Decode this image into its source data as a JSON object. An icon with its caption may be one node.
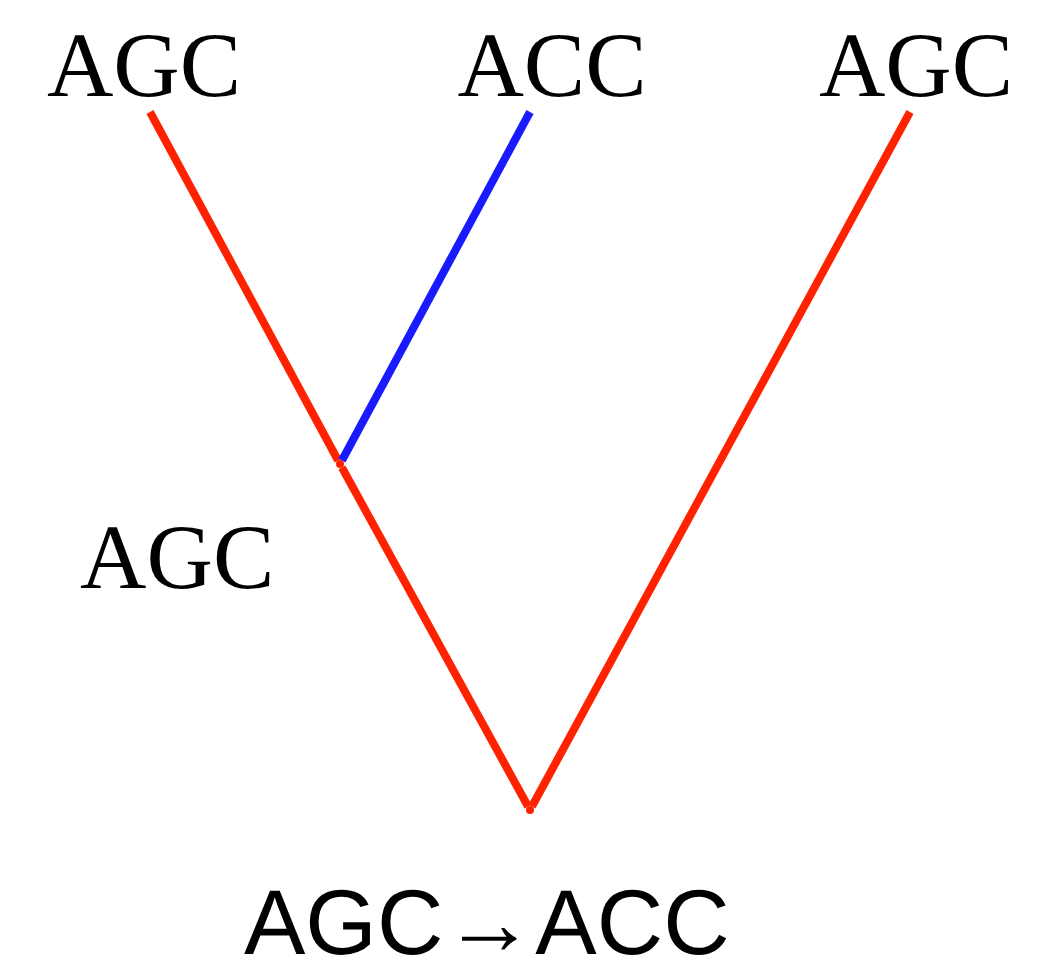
{
  "diagram": {
    "nodes": [
      {
        "text": [
          "AGC"
        ]
      },
      {
        "text": [
          "ACC"
        ]
      },
      {
        "text": [
          "AGC"
        ]
      },
      {
        "text": [],
        "shape": "point",
        "beside": [
          "AGC"
        ]
      },
      {
        "text": [],
        "shape": "point"
      }
    ],
    "edges": [
      {
        "from": 4,
        "to": 3,
        "arrow": "none"
      },
      {
        "from": 3,
        "to": 0,
        "arrow": "none"
      },
      {
        "from": 3,
        "to": 1,
        "arrow": "none",
        "color": "#1a1aff"
      },
      {
        "from": 4,
        "to": 2,
        "arrow": "none"
      }
    ],
    "labels": [
      "AGC→ACC"
    ]
  }
}
